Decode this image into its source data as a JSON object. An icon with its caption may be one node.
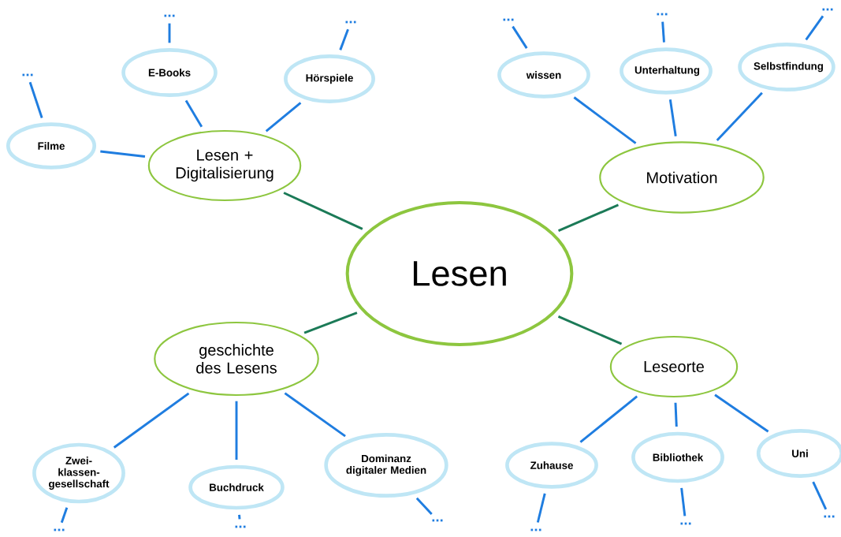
{
  "diagram": {
    "nodes": [
      {
        "text": [
          "Lesen"
        ]
      },
      {
        "text": [
          "Lesen + Digitalisierung"
        ]
      },
      {
        "text": [
          "Motivation"
        ]
      },
      {
        "text": [
          "geschichte des Lesens"
        ]
      },
      {
        "text": [
          "Leseorte"
        ]
      },
      {
        "text": [
          "Filme"
        ]
      },
      {
        "text": [
          "E-Books"
        ]
      },
      {
        "text": [
          "Hörspiele"
        ]
      },
      {
        "text": [
          "wissen"
        ]
      },
      {
        "text": [
          "Unterhaltung"
        ]
      },
      {
        "text": [
          "Selbstfindung"
        ]
      },
      {
        "text": [
          "Zwei-klassen-gesellschaft"
        ]
      },
      {
        "text": [
          "Buchdruck"
        ]
      },
      {
        "text": [
          "Dominanz digitaler Medien"
        ]
      },
      {
        "text": [
          "Zuhause"
        ]
      },
      {
        "text": [
          "Bibliothek"
        ]
      },
      {
        "text": [
          "Uni"
        ]
      },
      {
        "text": [
          "..."
        ]
      },
      {
        "text": [
          "..."
        ]
      },
      {
        "text": [
          "..."
        ]
      },
      {
        "text": [
          "..."
        ]
      },
      {
        "text": [
          "..."
        ]
      },
      {
        "text": [
          "..."
        ]
      },
      {
        "text": [
          "..."
        ]
      },
      {
        "text": [
          "..."
        ]
      },
      {
        "text": [
          "..."
        ]
      },
      {
        "text": [
          "..."
        ]
      },
      {
        "text": [
          "..."
        ]
      },
      {
        "text": [
          "..."
        ]
      }
    ],
    "edges": [
      {
        "from": 0,
        "to": 1,
        "arrow": "none",
        "color": "#1b7a57"
      },
      {
        "from": 0,
        "to": 2,
        "arrow": "none",
        "color": "#1b7a57"
      },
      {
        "from": 0,
        "to": 3,
        "arrow": "none",
        "color": "#1b7a57"
      },
      {
        "from": 0,
        "to": 4,
        "arrow": "none",
        "color": "#1b7a57"
      },
      {
        "from": 1,
        "to": 5,
        "arrow": "none"
      },
      {
        "from": 1,
        "to": 6,
        "arrow": "none"
      },
      {
        "from": 1,
        "to": 7,
        "arrow": "none"
      },
      {
        "from": 2,
        "to": 8,
        "arrow": "none"
      },
      {
        "from": 2,
        "to": 9,
        "arrow": "none"
      },
      {
        "from": 2,
        "to": 10,
        "arrow": "none"
      },
      {
        "from": 3,
        "to": 11,
        "arrow": "none"
      },
      {
        "from": 3,
        "to": 12,
        "arrow": "none"
      },
      {
        "from": 3,
        "to": 13,
        "arrow": "none"
      },
      {
        "from": 4,
        "to": 14,
        "arrow": "none"
      },
      {
        "from": 4,
        "to": 15,
        "arrow": "none"
      },
      {
        "from": 4,
        "to": 16,
        "arrow": "none"
      },
      {
        "from": 5,
        "to": 17,
        "arrow": "none"
      },
      {
        "from": 6,
        "to": 18,
        "arrow": "none"
      },
      {
        "from": 7,
        "to": 19,
        "arrow": "none"
      },
      {
        "from": 8,
        "to": 20,
        "arrow": "none"
      },
      {
        "from": 9,
        "to": 21,
        "arrow": "none"
      },
      {
        "from": 10,
        "to": 22,
        "arrow": "none"
      },
      {
        "from": 11,
        "to": 23,
        "arrow": "none"
      },
      {
        "from": 12,
        "to": 24,
        "arrow": "none"
      },
      {
        "from": 13,
        "to": 25,
        "arrow": "none"
      },
      {
        "from": 14,
        "to": 26,
        "arrow": "none"
      },
      {
        "from": 15,
        "to": 27,
        "arrow": "none"
      },
      {
        "from": 16,
        "to": 28,
        "arrow": "none"
      }
    ]
  }
}
